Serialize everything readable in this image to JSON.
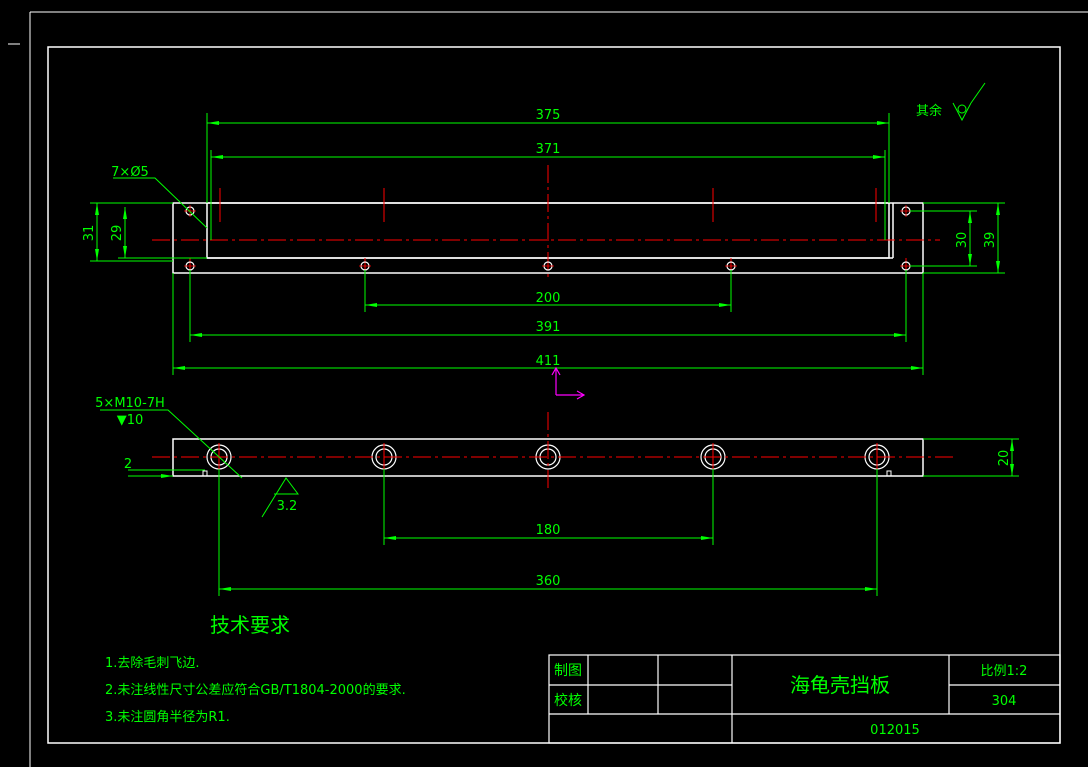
{
  "colors": {
    "background": "#000000",
    "part_outline": "#ffffff",
    "dimension": "#00ff00",
    "centerline": "#ff0000",
    "axis_marker": "#ff00ff"
  },
  "drawing": {
    "roughness_label": "其余",
    "top_view": {
      "hole_callout": "7×Ø5",
      "dims": {
        "overall_inner_375": "375",
        "inner_371": "371",
        "hole_spacing_200": "200",
        "hole_span_391": "391",
        "overall_length_411": "411",
        "left_height_31": "31",
        "left_height_29": "29",
        "right_height_30": "30",
        "right_height_39": "39"
      }
    },
    "front_view": {
      "thread_callout_line1": "5×M10-7H",
      "thread_callout_line2": "▼10",
      "roughness_value": "3.2",
      "dims": {
        "offset_2": "2",
        "thickness_20": "20",
        "spacing_180": "180",
        "span_360": "360"
      }
    }
  },
  "notes": {
    "title": "技术要求",
    "items": [
      "1.去除毛刺飞边.",
      "2.未注线性尺寸公差应符合GB/T1804-2000的要求.",
      "3.未注圆角半径为R1."
    ]
  },
  "title_block": {
    "drawn_label": "制图",
    "checked_label": "校核",
    "part_name": "海龟壳挡板",
    "scale": "比例1:2",
    "material": "304",
    "drawing_number": "012015"
  }
}
